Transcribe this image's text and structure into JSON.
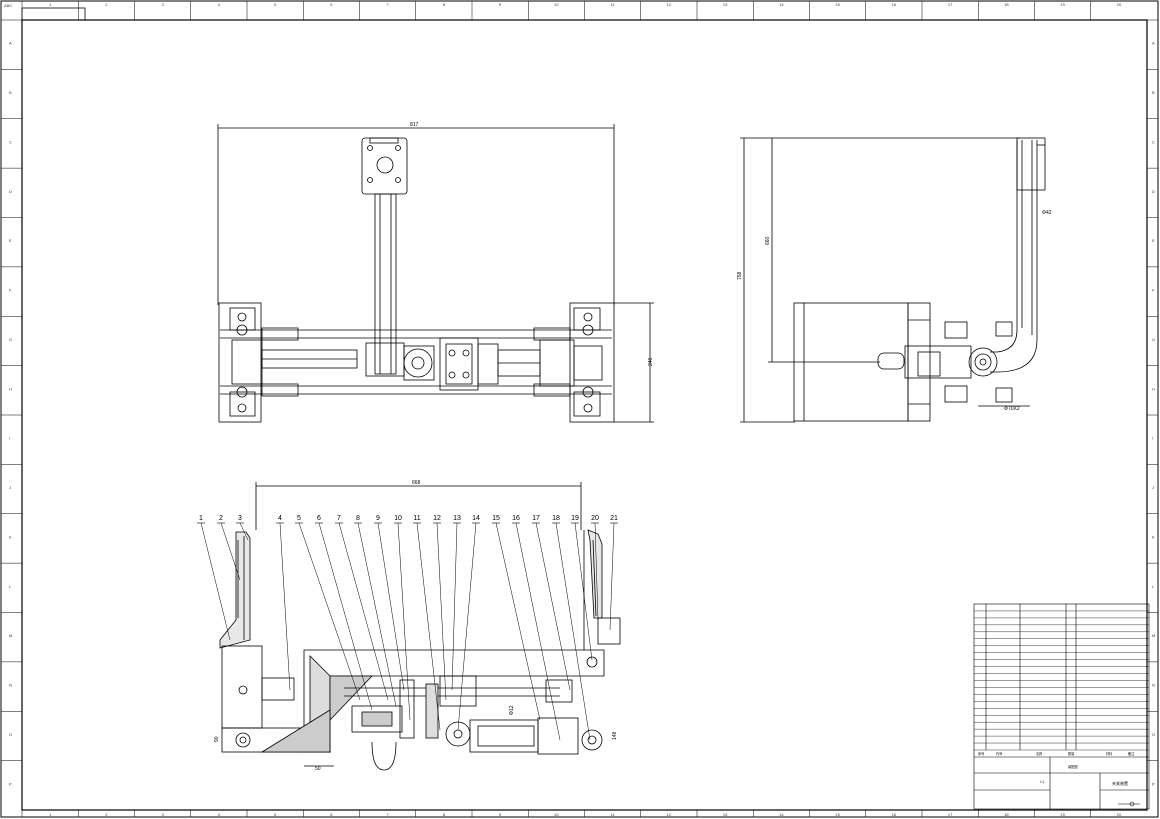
{
  "sheet": {
    "drawing_title": "夹紧装置",
    "tag_label": "ABC",
    "zone_cols": [
      "1",
      "2",
      "3",
      "4",
      "5",
      "6",
      "7",
      "8",
      "9",
      "10",
      "11",
      "12",
      "13",
      "14",
      "15",
      "16",
      "17",
      "18",
      "19",
      "20"
    ],
    "zone_rows": [
      "A",
      "B",
      "C",
      "D",
      "E",
      "F",
      "G",
      "H",
      "I",
      "J",
      "K",
      "L",
      "M",
      "N",
      "O",
      "P"
    ]
  },
  "top_view": {
    "dim_width": "817",
    "dim_height": "240"
  },
  "side_view": {
    "dim_outer_height": "758",
    "dim_inner_height": "660",
    "dim_pipe_dia": "Φ42",
    "dim_tube": "Φ70X2"
  },
  "section_view": {
    "dim_span": "668",
    "dim_left_height": "90",
    "dim_base": "50",
    "dim_pin": "Φ12",
    "dim_right": "148",
    "part_numbers": [
      "1",
      "2",
      "3",
      "4",
      "5",
      "6",
      "7",
      "8",
      "9",
      "10",
      "11",
      "12",
      "13",
      "14",
      "15",
      "16",
      "17",
      "18",
      "19",
      "20",
      "21"
    ]
  },
  "title_block": {
    "bom_rows": 21,
    "footer_labels": [
      "序号",
      "代号",
      "名称",
      "数量",
      "材料",
      "备注"
    ],
    "assembly_label": "装配图",
    "scale": "1:1"
  }
}
